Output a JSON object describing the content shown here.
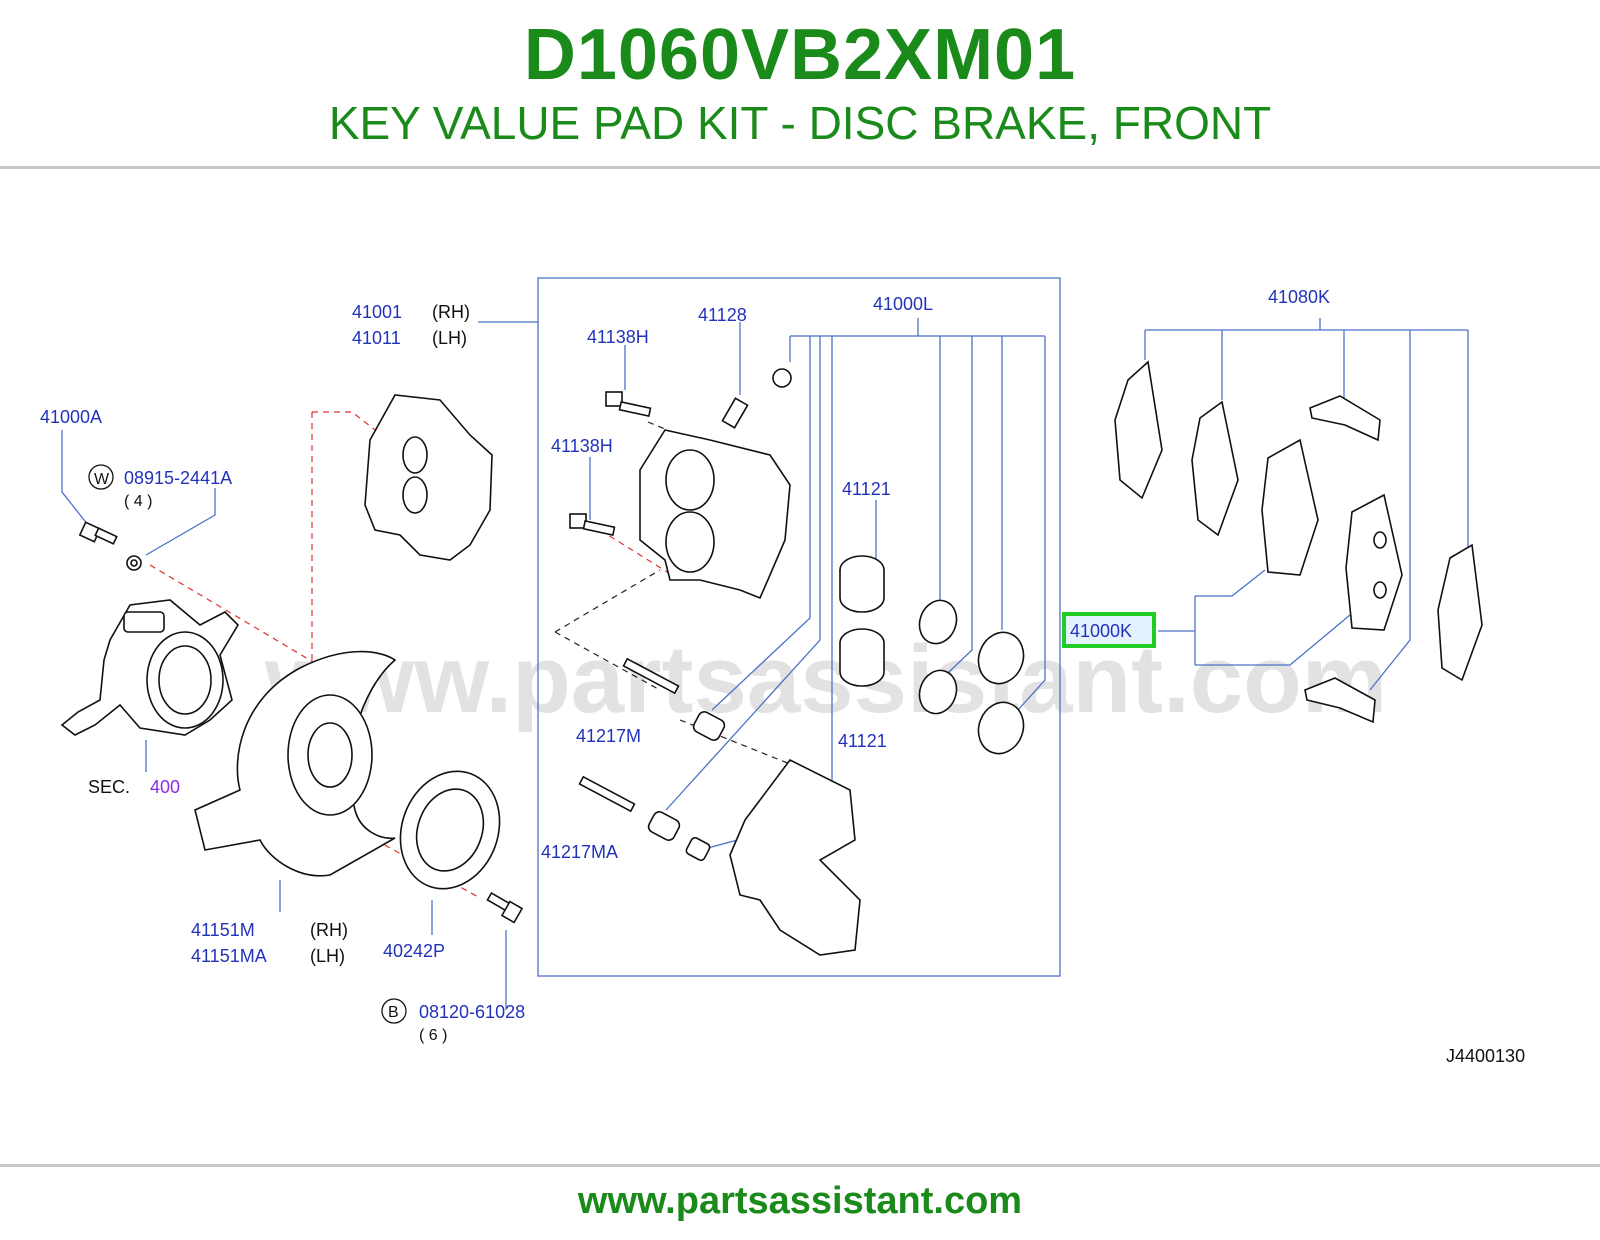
{
  "header": {
    "part_number": "D1060VB2XM01",
    "description": "KEY VALUE PAD KIT - DISC BRAKE, FRONT"
  },
  "watermark": "www.partsassistant.com",
  "diagram": {
    "code": "J4400130",
    "highlight_color": "#22cc22",
    "labels": {
      "p41001": "41001",
      "rh1": "(RH)",
      "p41011": "41011",
      "lh1": "(LH)",
      "p41000A": "41000A",
      "w_circle": "W",
      "p08915": "08915-2441A",
      "qty4": "( 4 )",
      "p41138H_1": "41138H",
      "p41138H_2": "41138H",
      "p41128": "41128",
      "p41000L": "41000L",
      "p41080K": "41080K",
      "p41121_1": "41121",
      "p41121_2": "41121",
      "p41000K": "41000K",
      "p41217M": "41217M",
      "p41217MA": "41217MA",
      "sec": "SEC.",
      "sec_num": "400",
      "p41151M": "41151M",
      "rh2": "(RH)",
      "p41151MA": "41151MA",
      "lh2": "(LH)",
      "p40242P": "40242P",
      "b_circle": "B",
      "p08120": "08120-61028",
      "qty6": "( 6 )"
    }
  },
  "footer": {
    "url": "www.partsassistant.com"
  }
}
